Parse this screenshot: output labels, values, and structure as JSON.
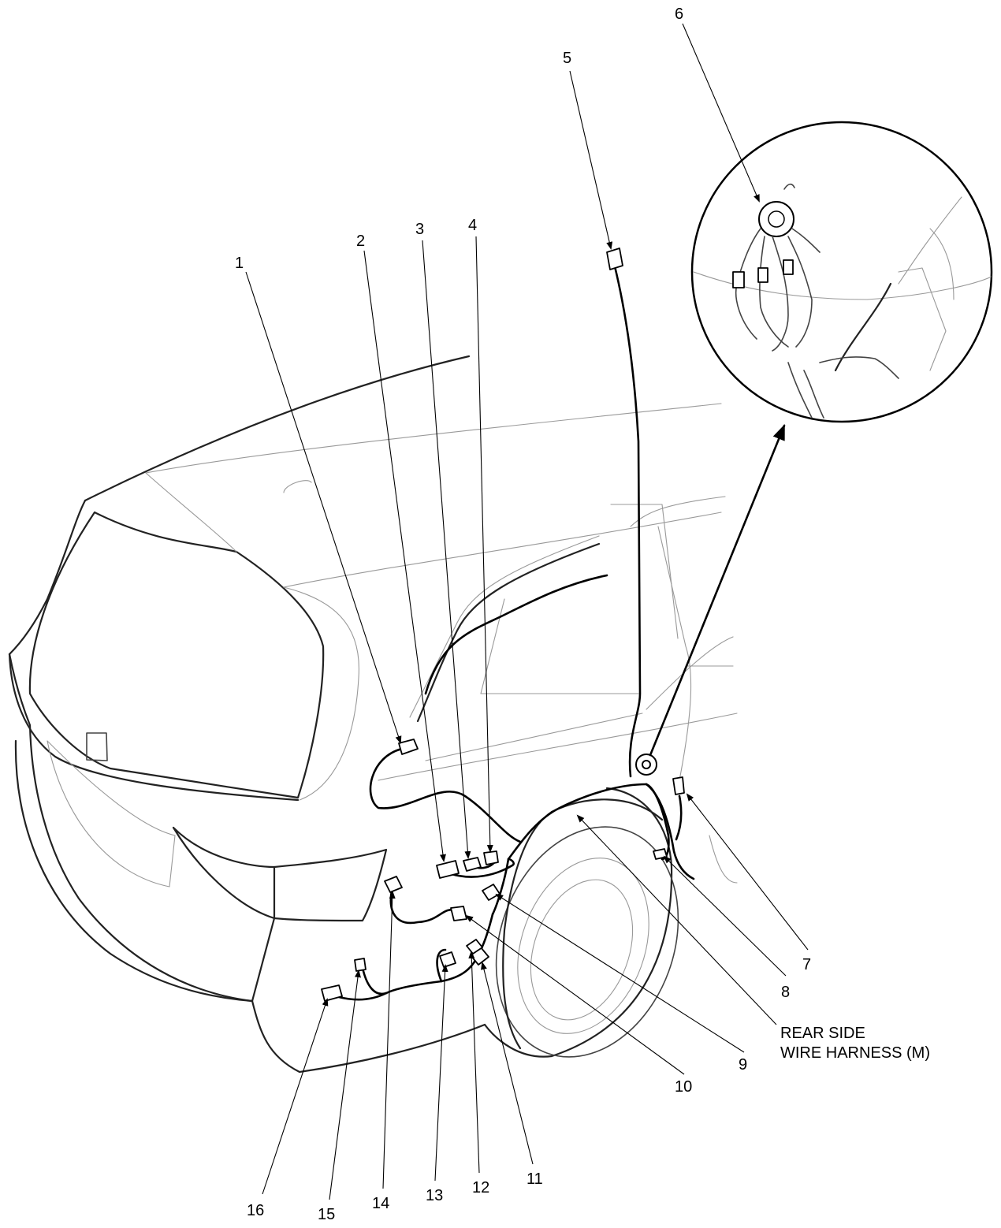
{
  "callouts": {
    "c1": "1",
    "c2": "2",
    "c3": "3",
    "c4": "4",
    "c5": "5",
    "c6": "6",
    "c7": "7",
    "c8": "8",
    "c9": "9",
    "c10": "10",
    "c11": "11",
    "c12": "12",
    "c13": "13",
    "c14": "14",
    "c15": "15",
    "c16": "16"
  },
  "harness_label": {
    "line1": "REAR SIDE",
    "line2": "WIRE HARNESS (M)"
  }
}
